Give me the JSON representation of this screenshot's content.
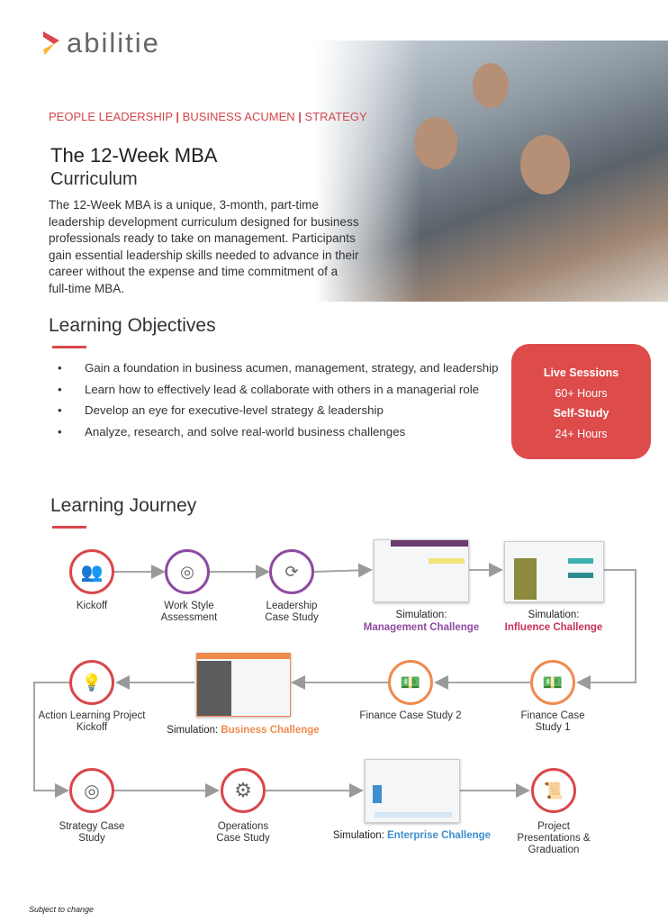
{
  "brand": {
    "name": "abilitie"
  },
  "tags": {
    "a": "PEOPLE LEADERSHIP",
    "sep": "|",
    "b": "BUSINESS ACUMEN",
    "c": "STRATEGY"
  },
  "title": "The 12-Week MBA",
  "subtitle": "Curriculum",
  "intro": "The 12-Week MBA is a unique, 3-month, part-time leadership development curriculum designed for business professionals ready to take on management. Participants gain essential leadership skills needed to advance in their career without the expense and time commitment of a full-time MBA.",
  "objectives": {
    "heading": "Learning Objectives",
    "items": [
      "Gain a foundation in business acumen, management, strategy, and leadership",
      "Learn how to effectively lead & collaborate with others in a managerial role",
      "Develop an eye for executive-level strategy & leadership",
      "Analyze, research, and solve real-world business challenges"
    ]
  },
  "hours": {
    "live_label": "Live Sessions",
    "live_value": "60+ Hours",
    "self_label": "Self-Study",
    "self_value": "24+ Hours"
  },
  "journey": {
    "heading": "Learning Journey",
    "nodes": {
      "kickoff": "Kickoff",
      "workstyle": "Work Style Assessment",
      "leadership": "Leadership Case Study",
      "action": "Action Learning Project Kickoff",
      "finance2": "Finance Case Study 2",
      "finance1": "Finance Case Study 1",
      "strategy": "Strategy Case Study",
      "operations": "Operations Case Study",
      "project": "Project Presentations & Graduation"
    },
    "sims": {
      "prefix": "Simulation:",
      "management": "Management Challenge",
      "influence": "Influence Challenge",
      "business": "Business Challenge",
      "enterprise": "Enterprise Challenge"
    }
  },
  "colors": {
    "red": "#d9474b",
    "purple": "#8e4aa0",
    "orange": "#ef8a4c",
    "blue": "#3f8fcf",
    "pink": "#c8315a"
  },
  "footer": "Subject to change"
}
